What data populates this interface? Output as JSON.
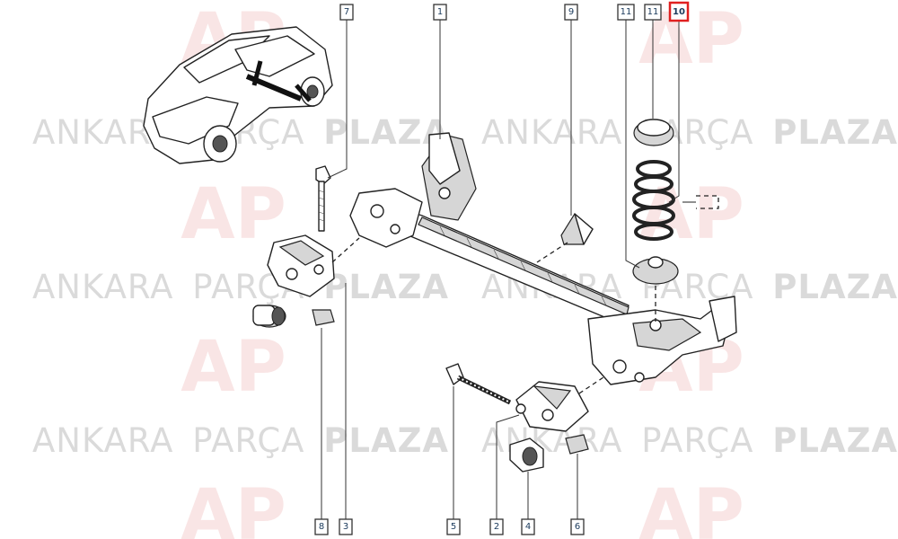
{
  "watermark": {
    "brand_light": "ANKARA",
    "brand_mid": "PARÇA",
    "brand_bold": "PLAZA",
    "logo_text": "AP",
    "logo_color": "#d9534f",
    "text_color": "#d0d0d0"
  },
  "callouts": [
    {
      "id": "c7",
      "label": "7"
    },
    {
      "id": "c1",
      "label": "1"
    },
    {
      "id": "c9",
      "label": "9"
    },
    {
      "id": "c11a",
      "label": "11"
    },
    {
      "id": "c11b",
      "label": "11"
    },
    {
      "id": "c10",
      "label": "10",
      "highlighted": true
    },
    {
      "id": "c8",
      "label": "8"
    },
    {
      "id": "c3",
      "label": "3"
    },
    {
      "id": "c5",
      "label": "5"
    },
    {
      "id": "c2",
      "label": "2"
    },
    {
      "id": "c4",
      "label": "4"
    },
    {
      "id": "c6",
      "label": "6"
    }
  ],
  "highlight_color": "#e02020"
}
